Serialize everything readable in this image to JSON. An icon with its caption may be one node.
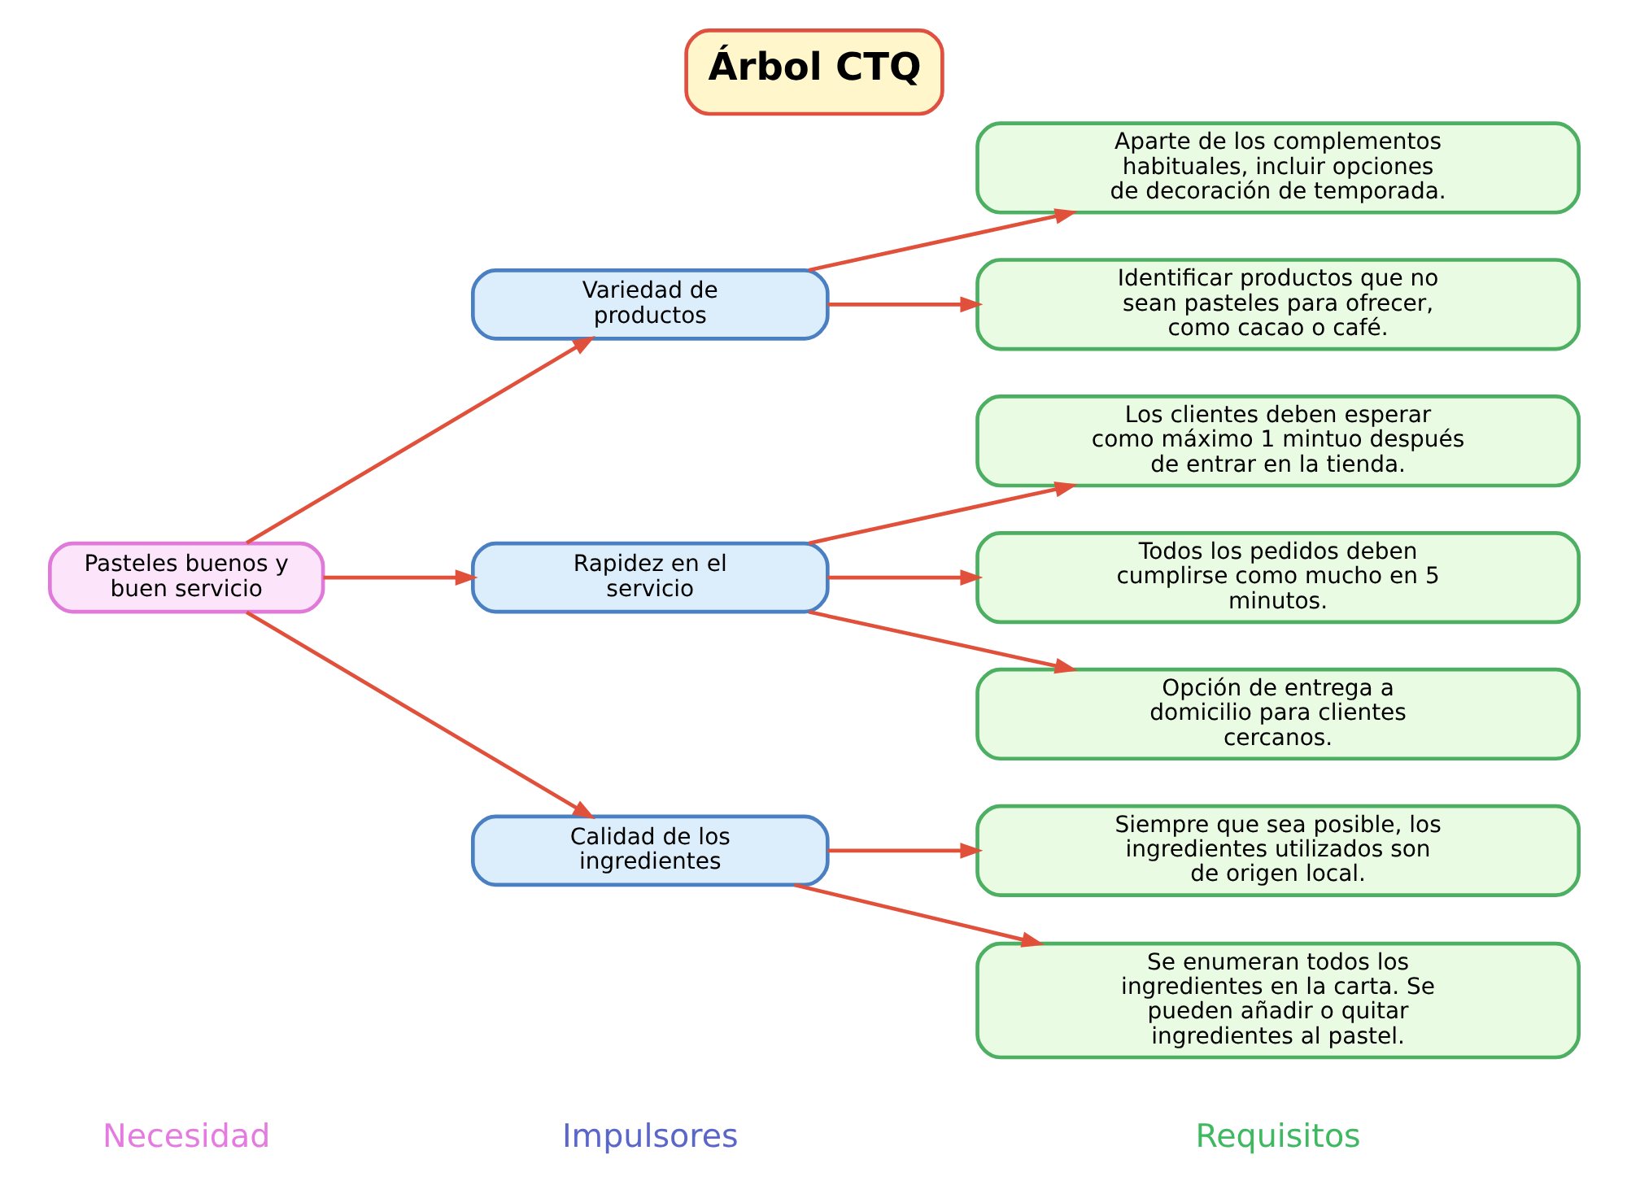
{
  "diagram": {
    "title": "Árbol CTQ",
    "nodes": [
      {
        "text": [
          "Pasteles buenos y buen servicio"
        ]
      },
      {
        "text": [
          "Variedad de productos"
        ]
      },
      {
        "text": [
          "Rapidez en el servicio"
        ]
      },
      {
        "text": [
          "Calidad de los ingredientes"
        ]
      },
      {
        "text": [
          "Aparte de los complementos habituales, incluir opciones de decoración de temporada."
        ]
      },
      {
        "text": [
          "Identificar productos que no sean pasteles para ofrecer, como cacao o café."
        ]
      },
      {
        "text": [
          "Los clientes deben esperar como máximo 1 mintuo después de entrar en la tienda."
        ]
      },
      {
        "text": [
          "Todos los pedidos deben cumplirse como mucho en 5 minutos."
        ]
      },
      {
        "text": [
          "Opción de entrega a domicilio para clientes cercanos."
        ]
      },
      {
        "text": [
          "Siempre que sea posible, los ingredientes utilizados son de origen local."
        ]
      },
      {
        "text": [
          "Se enumeran todos los ingredientes en la carta. Se pueden añadir o quitar ingredientes al pastel."
        ]
      }
    ],
    "edges": [
      {
        "from": 0,
        "to": 1,
        "arrow": "to"
      },
      {
        "from": 0,
        "to": 2,
        "arrow": "to"
      },
      {
        "from": 0,
        "to": 3,
        "arrow": "to"
      },
      {
        "from": 1,
        "to": 4,
        "arrow": "to"
      },
      {
        "from": 1,
        "to": 5,
        "arrow": "to"
      },
      {
        "from": 2,
        "to": 6,
        "arrow": "to"
      },
      {
        "from": 2,
        "to": 7,
        "arrow": "to"
      },
      {
        "from": 2,
        "to": 8,
        "arrow": "to"
      },
      {
        "from": 3,
        "to": 9,
        "arrow": "to"
      },
      {
        "from": 3,
        "to": 10,
        "arrow": "to"
      }
    ],
    "labels": [
      "Necesidad",
      "Impulsores",
      "Requisitos"
    ]
  }
}
